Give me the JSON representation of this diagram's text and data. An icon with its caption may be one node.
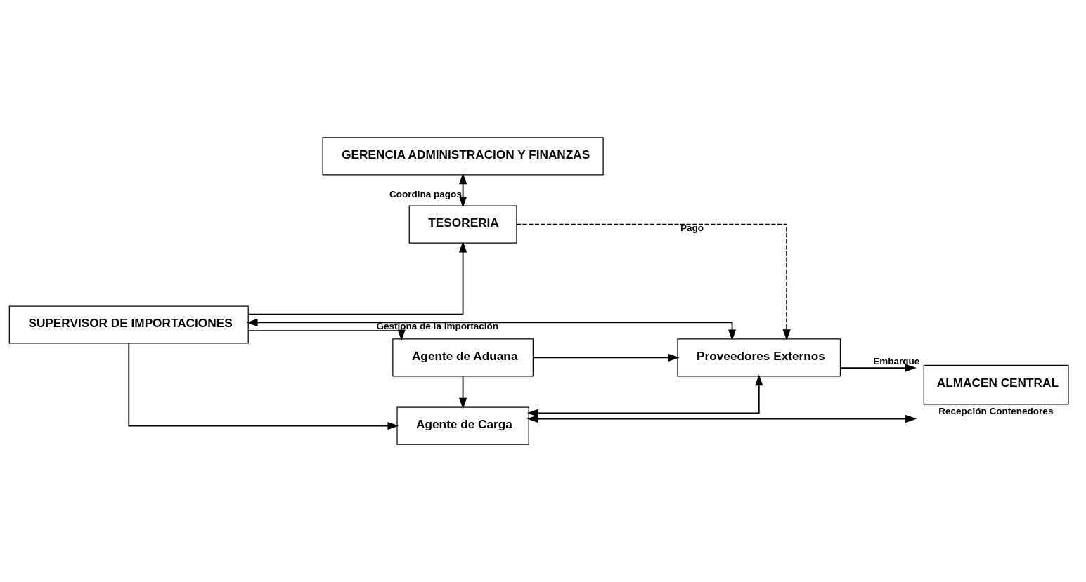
{
  "diagram": {
    "nodes": [
      {
        "text": [
          "GERENCIA ADMINISTRACION Y FINANZAS"
        ]
      },
      {
        "text": [
          "TESORERIA"
        ]
      },
      {
        "text": [
          "SUPERVISOR DE IMPORTACIONES"
        ]
      },
      {
        "text": [
          "Proveedores Externos"
        ]
      },
      {
        "text": [
          "ALMACEN CENTRAL"
        ],
        "beside": [
          "Recepción Contenedores"
        ]
      },
      {
        "text": [
          "Agente de Aduana"
        ]
      },
      {
        "text": [
          "Agente de Carga"
        ]
      }
    ],
    "edges": [
      {
        "from": 0,
        "to": 1,
        "arrow": "both",
        "label": "Coordina pagos"
      },
      {
        "from": 2,
        "to": 1,
        "arrow": "to"
      },
      {
        "from": 1,
        "to": 3,
        "arrow": "to",
        "label": "Pago",
        "style": "dashed"
      },
      {
        "from": 2,
        "to": 3,
        "arrow": "both",
        "label": "Gestiona de la importación"
      },
      {
        "from": 3,
        "to": 4,
        "arrow": "to",
        "label": "Embarque"
      },
      {
        "from": 2,
        "to": 5,
        "arrow": "to"
      },
      {
        "from": 2,
        "to": 6,
        "arrow": "to"
      },
      {
        "from": 5,
        "to": 3,
        "arrow": "to"
      },
      {
        "from": 5,
        "to": 6,
        "arrow": "to"
      },
      {
        "from": 6,
        "to": 3,
        "arrow": "both"
      },
      {
        "from": 6,
        "to": 4,
        "arrow": "both"
      }
    ]
  }
}
